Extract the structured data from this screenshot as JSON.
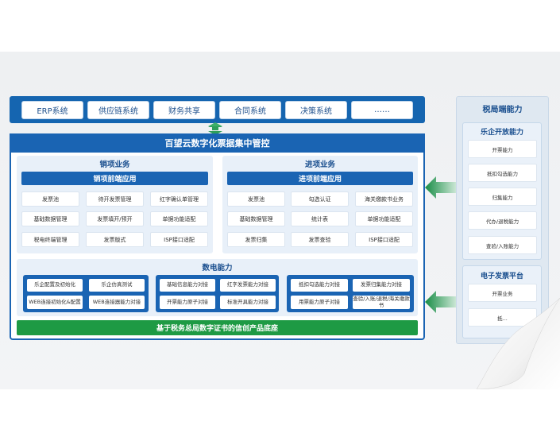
{
  "systems": [
    "ERP系统",
    "供应链系统",
    "财务共享",
    "合同系统",
    "决策系统",
    "……"
  ],
  "main_title": "百望云数字化票据集中管控",
  "sales": {
    "title": "销项业务",
    "bar": "销项前端应用",
    "cells": [
      "发票池",
      "待开发票管理",
      "红字确认单管理",
      "基础数据管理",
      "发票填开/预开",
      "单据功能适配",
      "税电终端管理",
      "发票版式",
      "ISP接口适配"
    ]
  },
  "purchase": {
    "title": "进项业务",
    "bar": "进项前端应用",
    "cells": [
      "发票池",
      "勾选认证",
      "海关缴款书业务",
      "基础数据管理",
      "统计表",
      "单据功能适配",
      "发票归集",
      "发票查验",
      "ISP接口适配"
    ]
  },
  "digital": {
    "title": "数电能力",
    "group1": [
      "乐企配置及初始化",
      "乐企仿真测试",
      "WEB连接初始化&配置",
      "WEB连接器能力对接"
    ],
    "group2": [
      "基础信息能力对接",
      "红字发票能力对接",
      "开票能力原子对接",
      "标准开具能力对接"
    ],
    "group3": [
      "抵扣勾选能力对接",
      "发票归集能力对接",
      "用票能力原子对接",
      "查验/入账/退税/海关缴款书"
    ]
  },
  "base": "基于税务总局数字证书的信创产品底座",
  "right": {
    "title": "税局端能力",
    "sec1_title": "乐企开放能力",
    "sec1_items": [
      "开票能力",
      "抵扣勾选能力",
      "归集能力",
      "代办/退税能力",
      "查验/入账能力"
    ],
    "sec2_title": "电子发票平台",
    "sec2_items": [
      "开票业务",
      "抵..."
    ]
  },
  "colors": {
    "primary": "#1a64b3",
    "green": "#1e9a44",
    "arrow_green": "#1f9a4e"
  }
}
